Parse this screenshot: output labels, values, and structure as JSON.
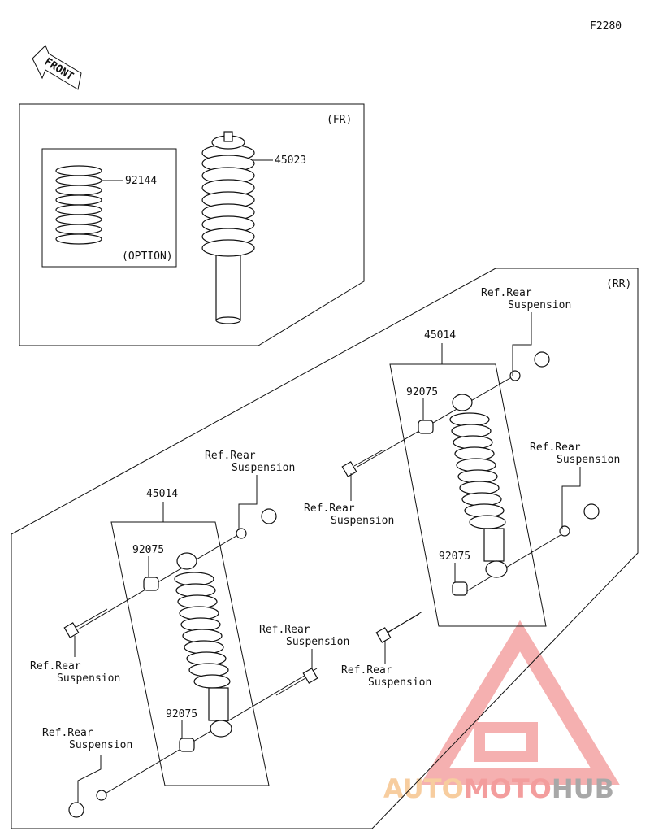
{
  "diagram_code": "F2280",
  "front_arrow_text": "FRONT",
  "front_section": {
    "tag": "(FR)",
    "option_label": "(OPTION)",
    "parts": {
      "shock": "45023",
      "spring": "92144"
    }
  },
  "rear_section": {
    "tag": "(RR)",
    "shock_part": "45014",
    "bushing_part": "92075",
    "ref_line1": "Ref.Rear",
    "ref_line2": "Suspension"
  },
  "watermark": {
    "part1": "AUTO",
    "part2": "MOTO",
    "part3": "HUB",
    "colors": {
      "auto": "#f6c58f",
      "moto": "#f28c8c",
      "hub": "#9a9a9a",
      "triangle": "#f4a3a3"
    }
  }
}
